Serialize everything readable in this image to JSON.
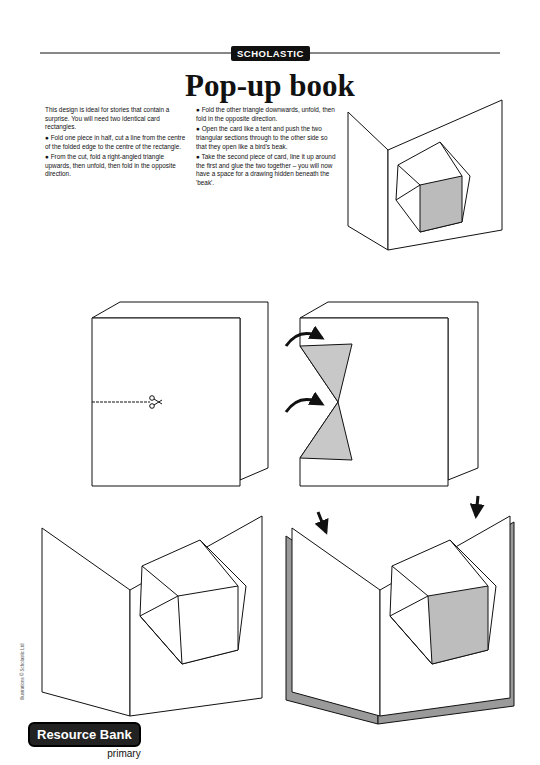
{
  "diagram": {
    "title": "Pop-up book",
    "nodes": [
      {
        "text": [
          "SCHOLASTIC"
        ]
      },
      {
        "text": [
          "Resource Bank",
          "primary"
        ]
      }
    ],
    "labels": [
      "This design is ideal for stories that contain a surprise. You will need two identical card rectangles.",
      "● Fold one piece in half, cut a line from the centre of the folded edge to the centre of the rectangle.",
      "● From the cut, fold a right-angled triangle upwards, then unfold, then fold in the opposite direction.",
      "● Fold the other triangle downwards, unfold, then fold in the opposite direction.",
      "● Open the card like a tent and push the two triangular sections through to the other side so that they open like a bird's beak.",
      "● Take the second piece of card, line it up around the first and glue the two together – you will now have a space for a drawing hidden beneath the 'beak'.",
      "Illustrations © Scholastic Ltd"
    ]
  }
}
